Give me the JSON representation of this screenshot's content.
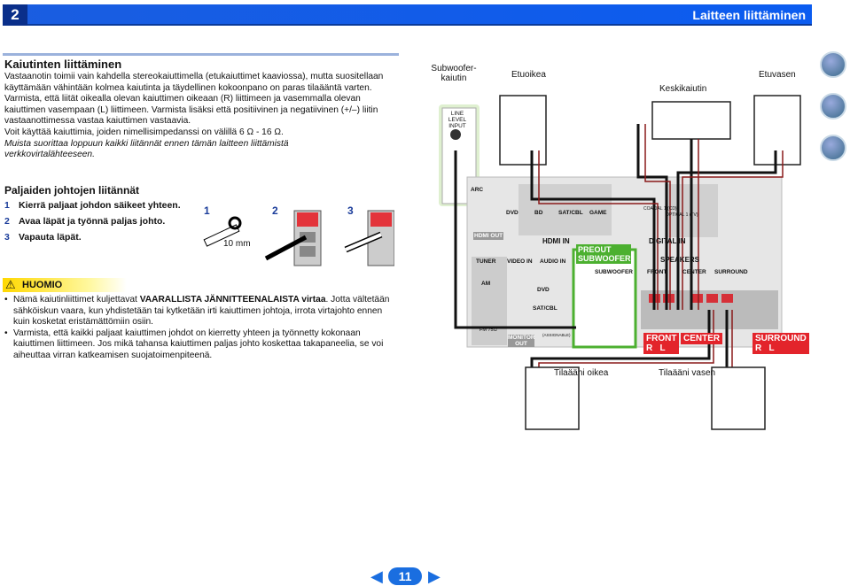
{
  "header": {
    "chapter": "2",
    "title": "Laitteen liittäminen"
  },
  "section": {
    "title": "Kaiutinten liittäminen",
    "paragraphs": [
      "Vastaanotin toimii vain kahdella stereokaiuttimella (etukaiuttimet kaaviossa), mutta suositellaan käyttämään vähintään kolmea kaiutinta ja täydellinen kokoonpano on paras tilaääntä varten.",
      "Varmista, että liität oikealla olevan kaiuttimen oikeaan (R) liittimeen ja vasemmalla olevan kaiuttimen vasempaan (L) liittimeen. Varmista lisäksi että positiivinen ja negatiivinen (+/–) liitin vastaanottimessa vastaa kaiuttimen vastaavia.",
      "Voit käyttää kaiuttimia, joiden nimellisimpedanssi on välillä 6 Ω - 16 Ω."
    ],
    "note": "Muista suorittaa loppuun kaikki liitännät ennen tämän laitteen liittämistä verkkovirtalähteeseen."
  },
  "bare_wire": {
    "title": "Paljaiden johtojen liitännät",
    "steps": [
      {
        "num": "1",
        "text": "Kierrä paljaat johdon säikeet yhteen."
      },
      {
        "num": "2",
        "text": "Avaa läpät ja työnnä paljas johto."
      },
      {
        "num": "3",
        "text": "Vapauta läpät."
      }
    ],
    "fig_labels": [
      "1",
      "2",
      "3"
    ],
    "length": "10 mm"
  },
  "caution": {
    "title": "HUOMIO",
    "items": [
      {
        "pre": "Nämä kaiutinliittimet kuljettavat ",
        "bold": "VAARALLISTA JÄNNITTEENALAISTA virtaa",
        "post": ". Jotta vältetään sähköiskun vaara, kun yhdistetään tai kytketään irti kaiuttimen johtoja, irrota virtajohto ennen kuin kosketat eristämättömiin osiin."
      },
      {
        "text": "Varmista, että kaikki paljaat kaiuttimen johdot on kierretty yhteen ja työnnetty kokonaan kaiuttimen liittimeen. Jos mikä tahansa kaiuttimen paljas johto koskettaa takapaneelia, se voi aiheuttaa virran katkeamisen suojatoimenpiteenä."
      }
    ]
  },
  "diagram": {
    "subwoofer": "Subwoofer-kaiutin",
    "line_level": "LINE LEVEL INPUT",
    "front_right": "Etuoikea",
    "center": "Keskikaiutin",
    "front_left": "Etuvasen",
    "surround_right": "Tilaääni oikea",
    "surround_left": "Tilaääni vasen",
    "panel": {
      "arc": "ARC",
      "hdmi_out": "HDMI OUT",
      "hdmi_inputs": [
        "DVD",
        "BD",
        "SAT/CBL",
        "GAME"
      ],
      "hdmi_in": "HDMI IN",
      "coax": "COAXIAL 1 (CD)",
      "optical": "OPTICAL 1 (TV)",
      "digital_in": "DIGITAL IN",
      "assignable": "(ASSIGNABLE)",
      "tuner": "TUNER",
      "am": "AM",
      "fm": "FM 75Ω",
      "video_in": "VIDEO IN",
      "audio_in": "AUDIO IN",
      "dvd": "DVD",
      "satcbl": "SAT/CBL",
      "monitor_out": "MONITOR OUT",
      "preout": "PREOUT SUBWOOFER",
      "subwoofer": "SUBWOOFER",
      "speakers": "SPEAKERS",
      "front": "FRONT",
      "center": "CENTER",
      "surround": "SURROUND",
      "r": "R",
      "l": "L"
    },
    "tags": {
      "front": "FRONT",
      "center": "CENTER",
      "surround": "SURROUND",
      "rl": "R   L"
    }
  },
  "nav": {
    "page": "11"
  }
}
